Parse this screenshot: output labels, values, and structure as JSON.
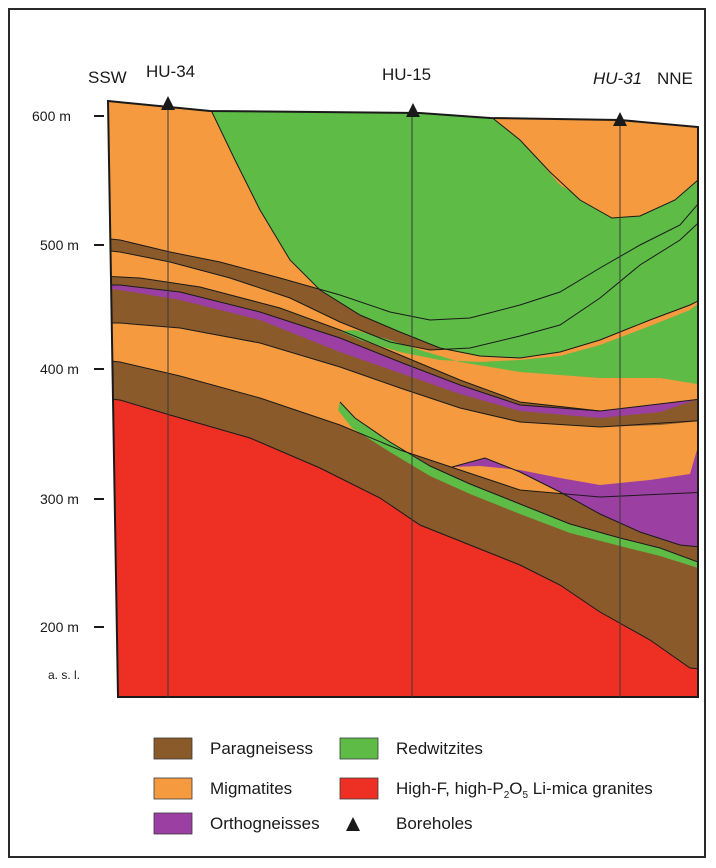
{
  "section": {
    "direction_left": "SSW",
    "direction_right": "NNE",
    "boreholes": [
      {
        "label": "HU-34"
      },
      {
        "label": "HU-15"
      },
      {
        "label": "HU-31"
      }
    ]
  },
  "elevation_axis": {
    "ticks": [
      {
        "label": "600 m"
      },
      {
        "label": "500 m"
      },
      {
        "label": "400 m"
      },
      {
        "label": "300 m"
      },
      {
        "label": "200 m"
      }
    ],
    "datum": "a. s. l."
  },
  "legend": {
    "paragneisses": "Paragneisess",
    "migmatites": "Migmatites",
    "orthogneisses": "Orthogneisses",
    "redwitzites": "Redwitzites",
    "granites_prefix": "High-F, high-P",
    "granites_sub1": "2",
    "granites_mid": "O",
    "granites_sub2": "5",
    "granites_suffix": " Li-mica granites",
    "boreholes": "Boreholes"
  },
  "colors": {
    "paragneisses": "#8b5a2b",
    "migmatites": "#f59a3e",
    "orthogneisses": "#9b3fa3",
    "redwitzites": "#5dbb46",
    "granites": "#ee2f24",
    "outline": "#1a1a1a"
  }
}
